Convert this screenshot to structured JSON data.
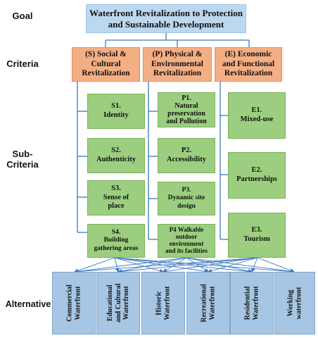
{
  "levels": {
    "goal": "Goal",
    "criteria": "Criteria",
    "sub_criteria": "Sub-\nCriteria",
    "alternative": "Alternative"
  },
  "goal": "Waterfront Revitalization to Protection\nand Sustainable Development",
  "criteria": [
    "(S) Social &\nCultural\nRevitalization",
    "(P) Physical &\nEnvironmental\nRevitalization",
    "(E) Economic\nand Functional\nRevitalization"
  ],
  "sub_criteria": {
    "social": [
      "S1.\nIdentity",
      "S2.\nAuthenticity",
      "S3.\nSense of\nplace",
      "S4.\nBuilding\ngathering areas"
    ],
    "physical": [
      "P1.\nNatural\npreservation\nand Pollution",
      "P2.\nAccessibility",
      "P3.\nDynamic site\ndesign",
      "P4 Walkable\noutdoor\nenvironment\nand its facilities"
    ],
    "economic": [
      "E1.\nMixed-use",
      "E2.\nPartnerships",
      "E3.\nTourism"
    ]
  },
  "alternatives": [
    "Commercial\nWaterfront",
    "Educational\nand Cultural\nWaterfront",
    "Historic\nWaterfront",
    "Recreational\nWaterfront",
    "Residential\nWaterfront",
    "Working\nwaterfront"
  ],
  "colors": {
    "goal": "#bcd8ef",
    "criteria": "#f4ae84",
    "sub_criteria": "#9cce7f",
    "alternative": "#a6c6e4",
    "connector": "#3a78c0"
  }
}
